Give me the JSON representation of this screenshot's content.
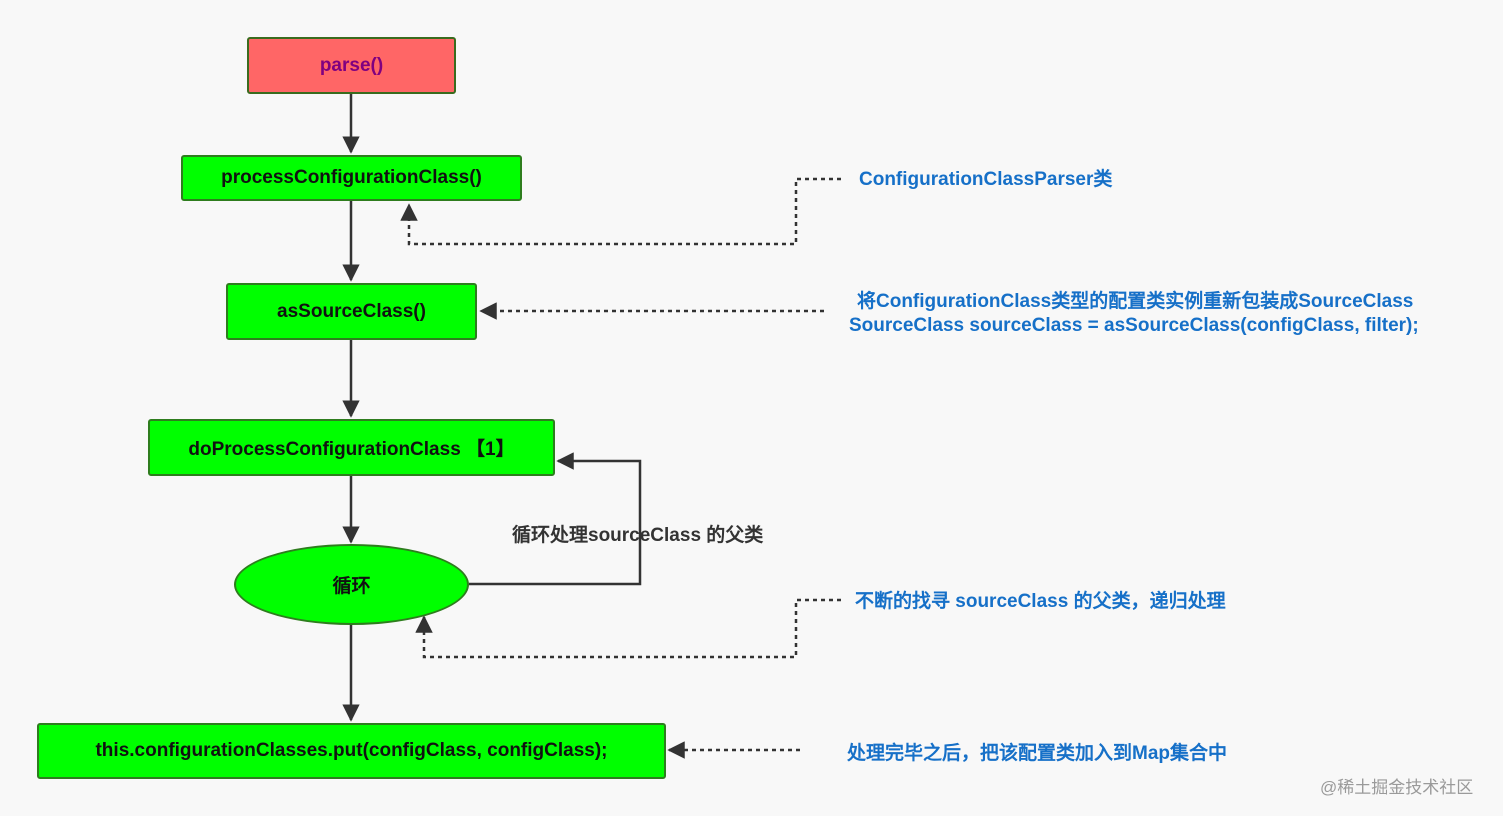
{
  "nodes": {
    "parse": "parse()",
    "process": "processConfigurationClass()",
    "as_source": "asSourceClass()",
    "do_process": "doProcessConfigurationClass  【1】",
    "loop": "循环",
    "put": "this.configurationClasses.put(configClass, configClass);"
  },
  "notes": {
    "parser_class": "ConfigurationClassParser类",
    "as_source_line1": "将ConfigurationClass类型的配置类实例重新包装成SourceClass",
    "as_source_line2": "SourceClass sourceClass = asSourceClass(configClass, filter);",
    "loop_note": "不断的找寻 sourceClass 的父类，递归处理",
    "put_note": "处理完毕之后，把该配置类加入到Map集合中"
  },
  "loop_label": "循环处理sourceClass 的父类",
  "watermark": "@稀土掘金技术社区",
  "colors": {
    "node_fill": "#00ff00",
    "start_fill": "#ff6666",
    "start_text": "#800080",
    "note_text": "#1670c8",
    "border": "#2e7d1e"
  }
}
